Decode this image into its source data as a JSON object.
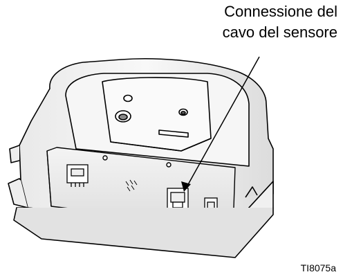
{
  "callout": {
    "line1": "Connessione del",
    "line2": "cavo del sensore"
  },
  "figure_id": "TI8075a"
}
